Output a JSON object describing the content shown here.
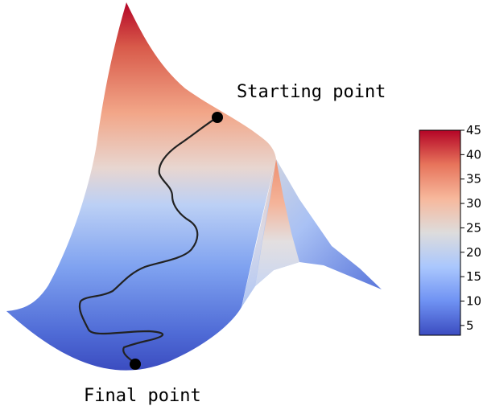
{
  "chart_data": {
    "type": "surface",
    "title": "",
    "annotations": {
      "start": "Starting point",
      "end": "Final point"
    },
    "colorbar": {
      "min": 3,
      "max": 45,
      "ticks": [
        5,
        10,
        15,
        20,
        25,
        30,
        35,
        40,
        45
      ],
      "colormap": "coolwarm",
      "colors": [
        "#3b4cc0",
        "#6f92f3",
        "#aac7fd",
        "#dddcdc",
        "#f7b89c",
        "#e7745b",
        "#b40426"
      ]
    },
    "path": {
      "color": "#222222",
      "start_value": 30,
      "end_value": 3
    }
  }
}
